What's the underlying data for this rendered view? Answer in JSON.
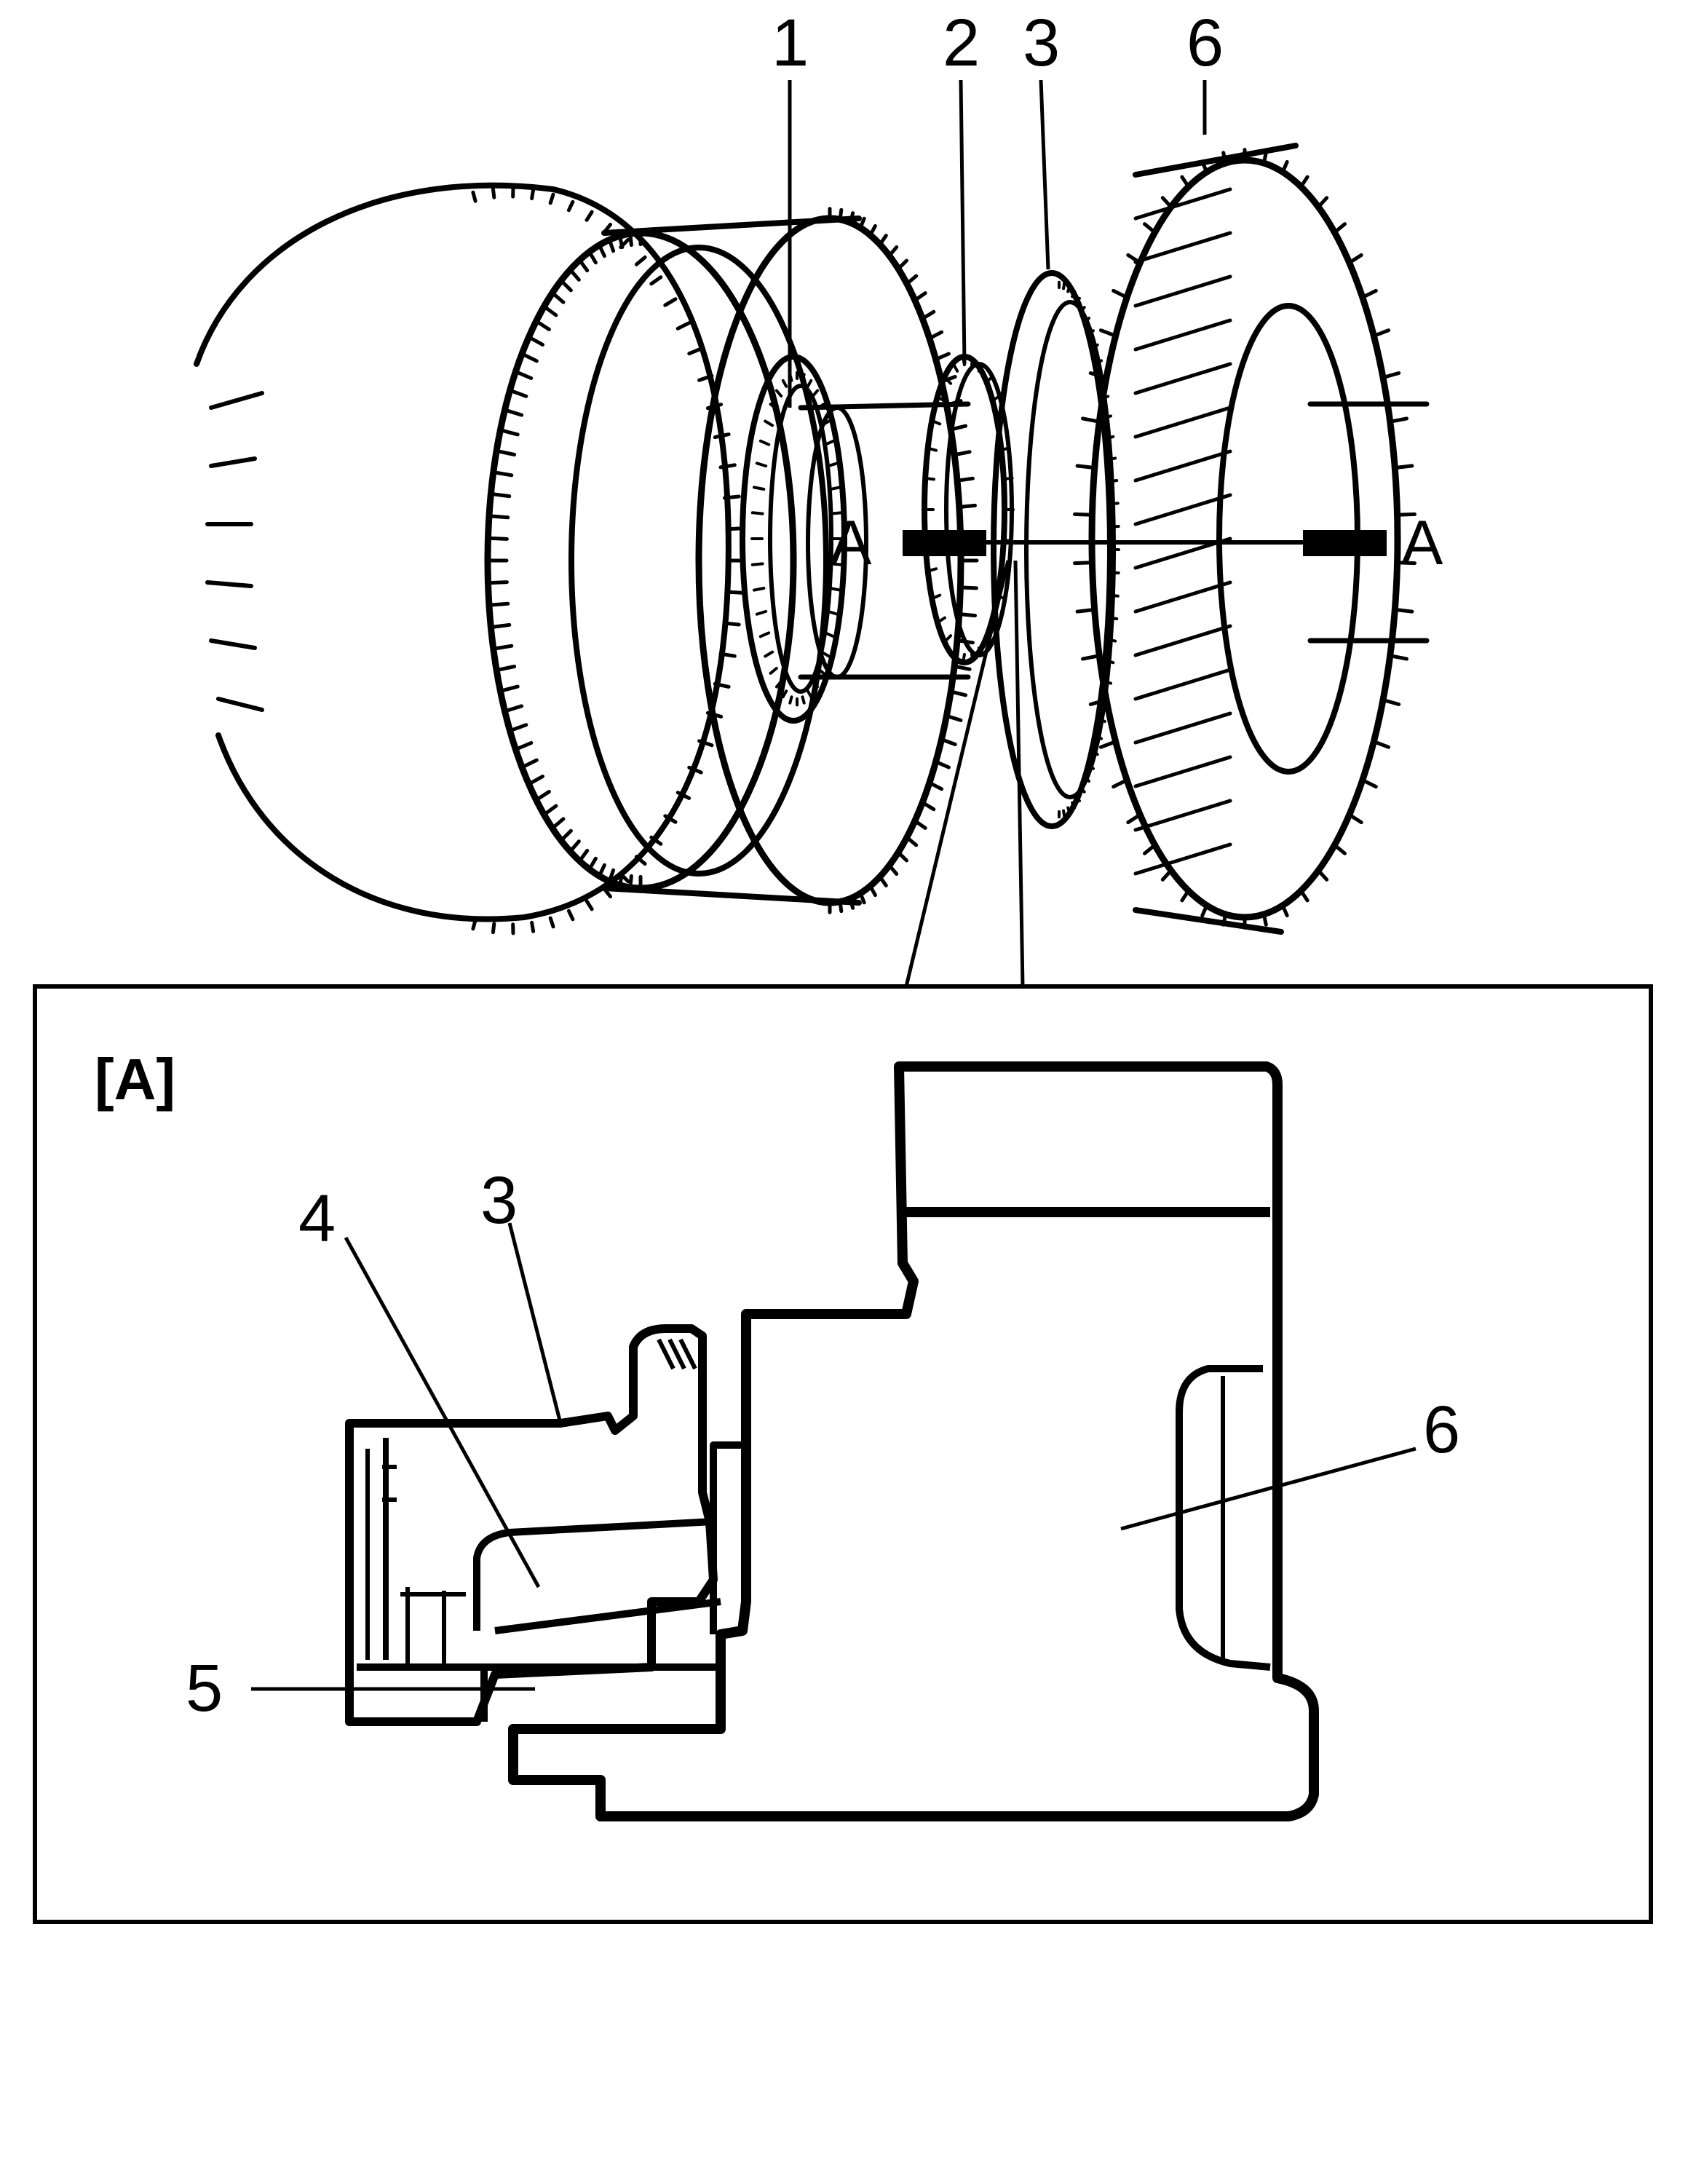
{
  "figure": {
    "callouts_top": [
      "1",
      "2",
      "3",
      "6"
    ],
    "section_marker": "A",
    "detail_title": "[A]",
    "callouts_detail": [
      "4",
      "3",
      "6",
      "5"
    ]
  },
  "colors": {
    "ink": "#000000",
    "paper": "#ffffff"
  }
}
